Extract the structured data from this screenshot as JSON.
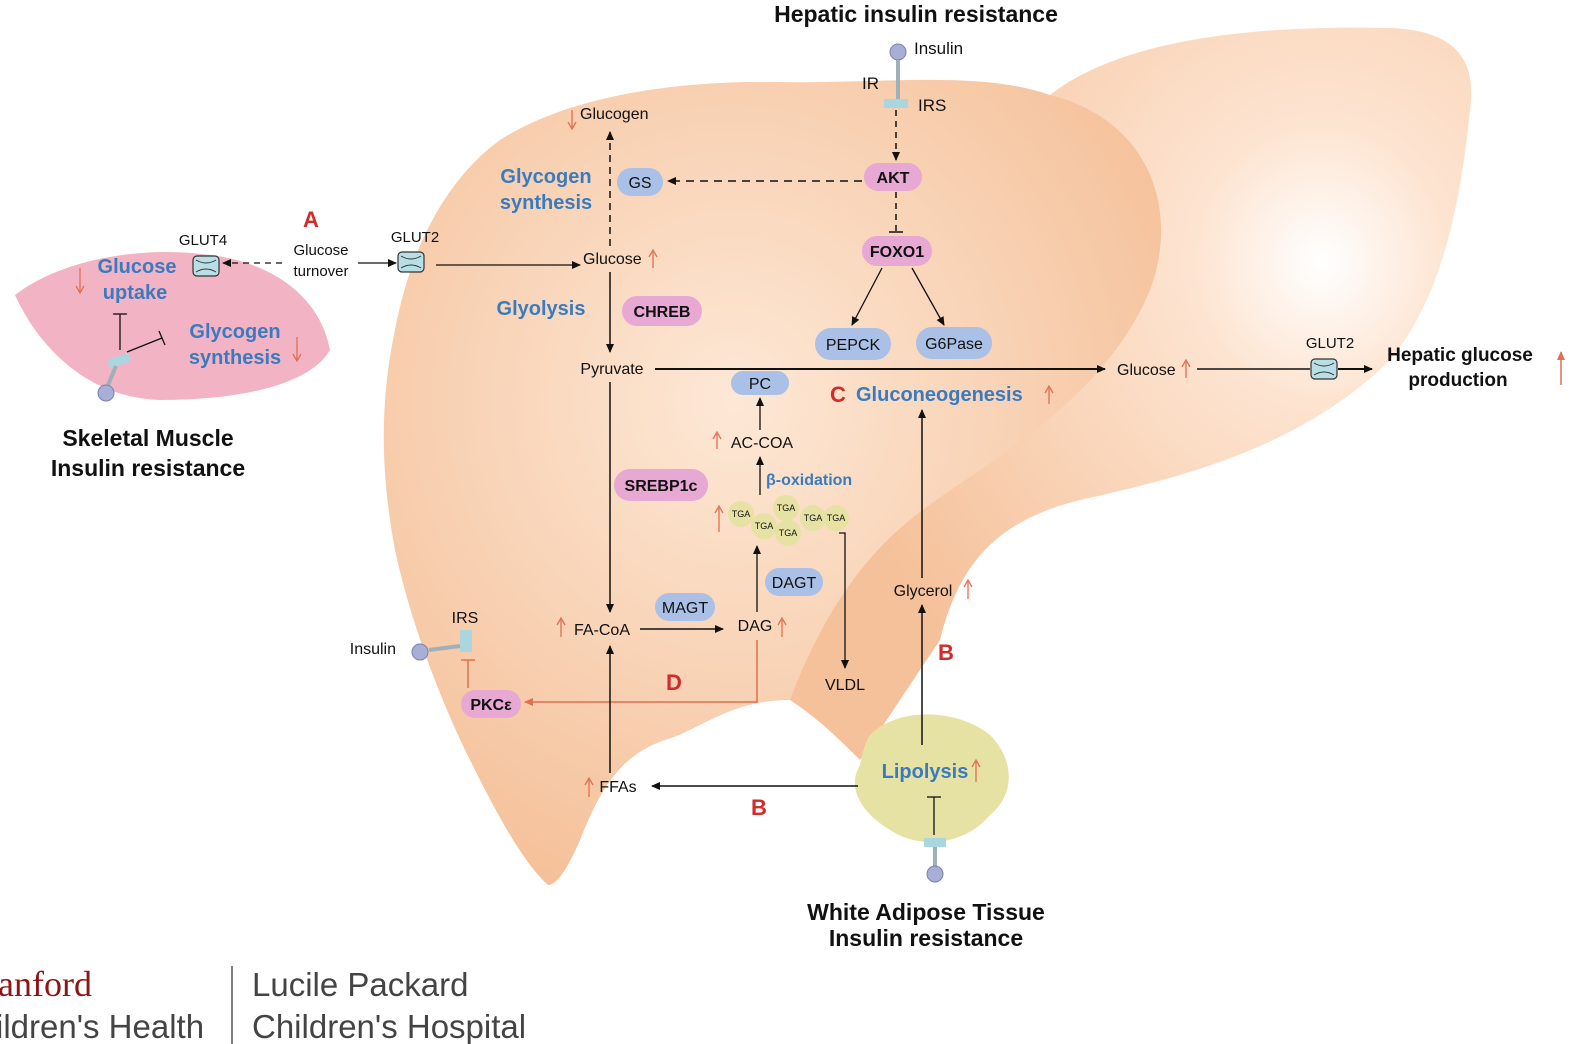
{
  "colors": {
    "liver": "#f7c9a4",
    "muscle": "#f2b3c4",
    "adipose": "#e6e2a3",
    "pink_pill": "#e7a9d3",
    "blue_pill": "#aac0e6",
    "accent_blue": "#3a7bbf",
    "accent_red": "#d32a2a",
    "stanford_red": "#8c1515"
  },
  "titles": {
    "hepatic": "Hepatic insulin resistance",
    "muscle_1": "Skeletal Muscle",
    "muscle_2": "Insulin resistance",
    "adipose_1": "White Adipose Tissue",
    "adipose_2": "Insulin resistance",
    "hgp_1": "Hepatic glucose",
    "hgp_2": "production"
  },
  "letters": {
    "A": "A",
    "B": "B",
    "C": "C",
    "D": "D"
  },
  "labels": {
    "insulin_top": "Insulin",
    "ir": "IR",
    "irs_top": "IRS",
    "glucogen": "Glucogen",
    "glycogen_synthesis_1": "Glycogen",
    "glycogen_synthesis_2": "synthesis",
    "gs": "GS",
    "akt": "AKT",
    "foxo1": "FOXO1",
    "pepck": "PEPCK",
    "g6pase": "G6Pase",
    "glut4": "GLUT4",
    "glucose_turnover_1": "Glucose",
    "glucose_turnover_2": "turnover",
    "glut2_left": "GLUT2",
    "glucose_mid": "Glucose",
    "glyolysis": "Glyolysis",
    "chreb": "CHREB",
    "pyruvate": "Pyruvate",
    "pc": "PC",
    "gluconeogenesis": "Gluconeogenesis",
    "glucose_right": "Glucose",
    "glut2_right": "GLUT2",
    "ac_coa": "AC-COA",
    "beta_oxidation": "β-oxidation",
    "srebp1c": "SREBP1c",
    "tga": "TGA",
    "dagt": "DAGT",
    "magt": "MAGT",
    "fa_coa": "FA-CoA",
    "dag": "DAG",
    "vldl": "VLDL",
    "glycerol": "Glycerol",
    "irs_left": "IRS",
    "insulin_left": "Insulin",
    "pkce": "PKCε",
    "ffas": "FFAs",
    "lipolysis": "Lipolysis",
    "muscle_glucose_uptake_1": "Glucose",
    "muscle_glucose_uptake_2": "uptake",
    "muscle_glycogen_1": "Glycogen",
    "muscle_glycogen_2": "synthesis"
  },
  "logo": {
    "stanford_1": "anford",
    "stanford_2": "ildren's Health",
    "lpch_1": "Lucile Packard",
    "lpch_2": "Children's Hospital"
  }
}
